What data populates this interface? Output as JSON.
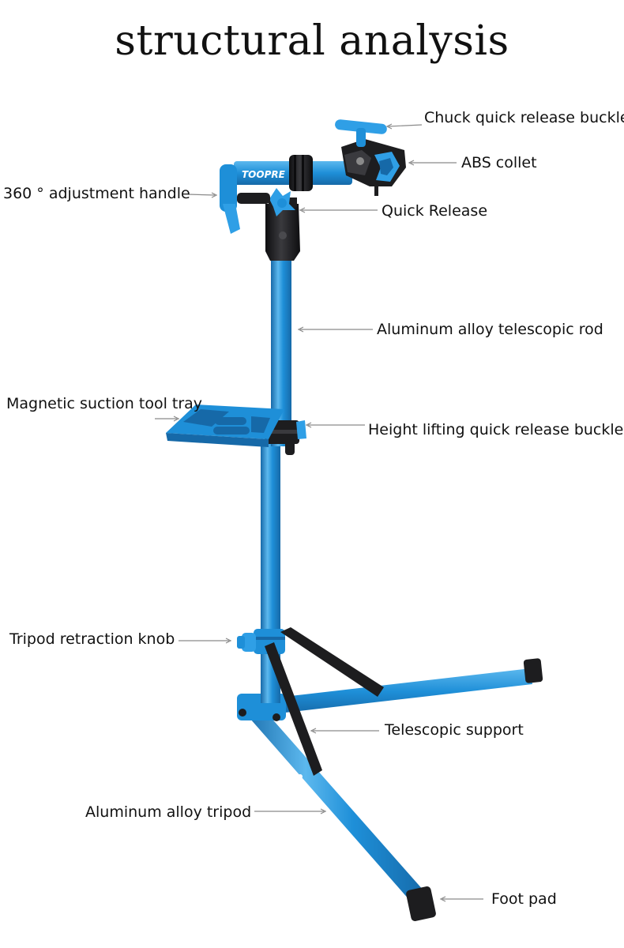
{
  "title": "structural analysis",
  "brand_text": "TOOPRE",
  "colors": {
    "frame_blue": "#1e8fd8",
    "frame_blue_dark": "#1669a8",
    "frame_blue_light": "#5cb8ee",
    "part_black": "#1d1d1f",
    "leader_gray": "#8a8a8a"
  },
  "labels": [
    {
      "id": "chuck-quick-release-buckle",
      "text": "Chuck quick release buckle"
    },
    {
      "id": "abs-collet",
      "text": "ABS collet"
    },
    {
      "id": "adjustment-handle",
      "text": "360 ° adjustment handle"
    },
    {
      "id": "quick-release",
      "text": "Quick Release"
    },
    {
      "id": "telescopic-rod",
      "text": "Aluminum alloy telescopic rod"
    },
    {
      "id": "tool-tray",
      "text": "Magnetic suction tool tray"
    },
    {
      "id": "height-lifting-buckle",
      "text": "Height lifting quick release buckle"
    },
    {
      "id": "tripod-retraction-knob",
      "text": "Tripod retraction knob"
    },
    {
      "id": "telescopic-support",
      "text": "Telescopic support"
    },
    {
      "id": "aluminum-tripod",
      "text": "Aluminum alloy tripod"
    },
    {
      "id": "foot-pad",
      "text": "Foot pad"
    }
  ]
}
